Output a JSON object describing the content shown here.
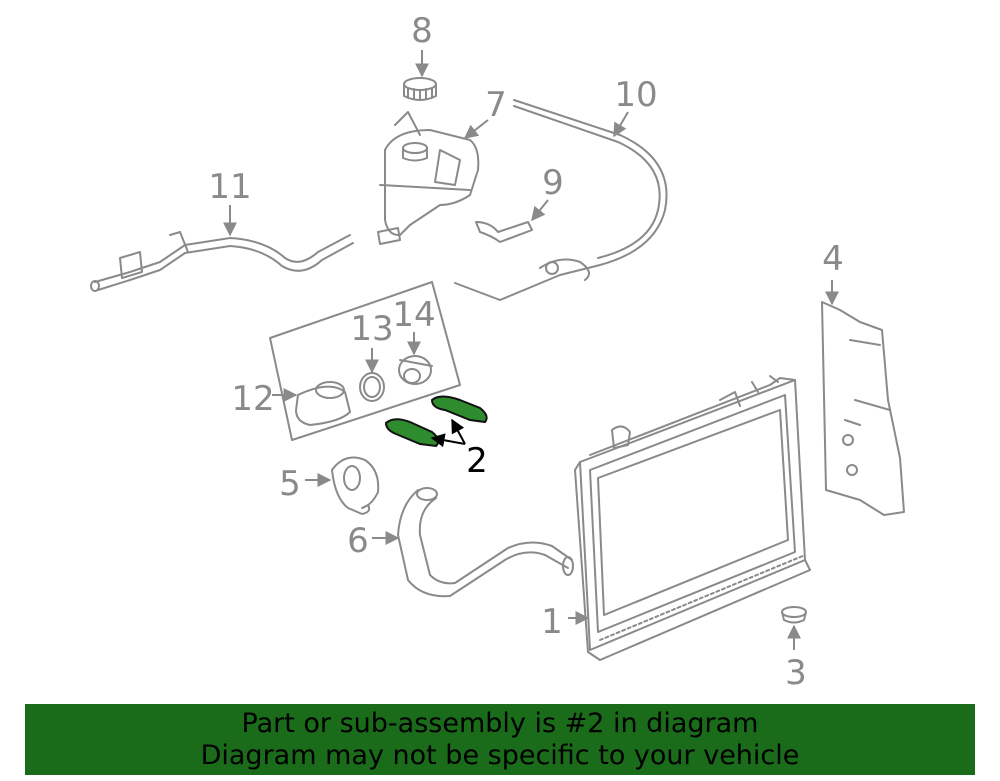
{
  "labels": {
    "n1": "1",
    "n2": "2",
    "n3": "3",
    "n4": "4",
    "n5": "5",
    "n6": "6",
    "n7": "7",
    "n8": "8",
    "n9": "9",
    "n10": "10",
    "n11": "11",
    "n12": "12",
    "n13": "13",
    "n14": "14"
  },
  "highlight_part": "2",
  "colors": {
    "part_outline": "#8a8a8a",
    "highlight": "#2e8b2e",
    "banner_bg": "#1a6b1a",
    "banner_text": "#000000"
  },
  "banner": {
    "line1": "Part or sub-assembly is #2 in diagram",
    "line2": "Diagram may not be specific to your vehicle"
  }
}
